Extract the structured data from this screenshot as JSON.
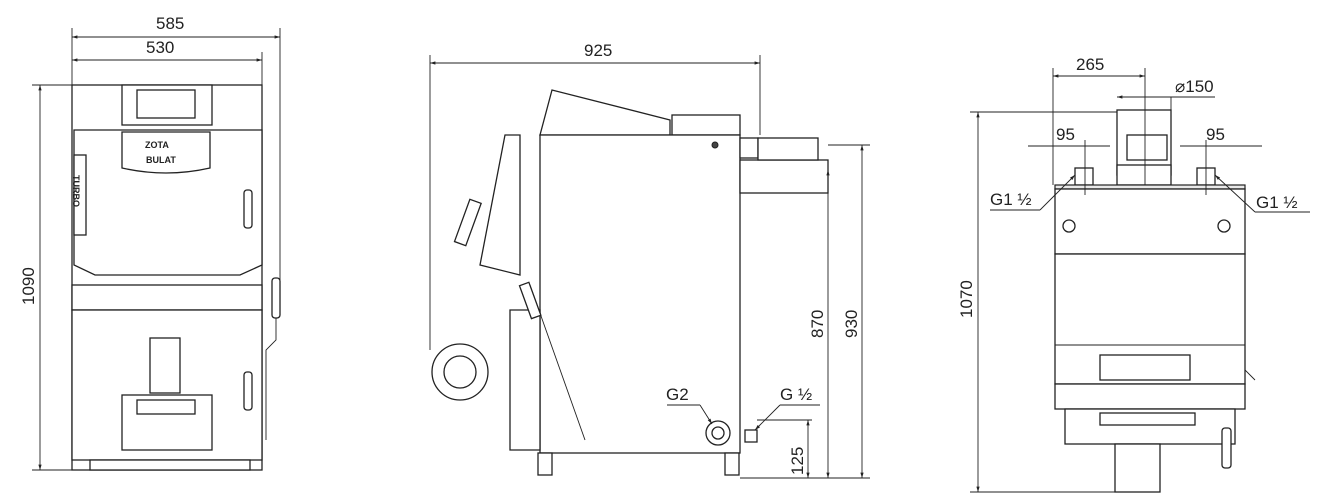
{
  "front_view": {
    "dim_width_overall": "585",
    "dim_width_body": "530",
    "dim_height": "1090",
    "brand_logo": "ZOTA",
    "model_label": "BULAT",
    "side_label": "TURBO"
  },
  "side_view": {
    "dim_depth": "925",
    "dim_870": "870",
    "dim_930": "930",
    "dim_125": "125",
    "label_return": "G2",
    "label_drain": "G ½"
  },
  "rear_view": {
    "dim_265": "265",
    "dim_flue": "⌀150",
    "dim_95_left": "95",
    "dim_95_right": "95",
    "label_left_pipe": "G1 ½",
    "label_right_pipe": "G1 ½",
    "dim_height": "1070"
  }
}
